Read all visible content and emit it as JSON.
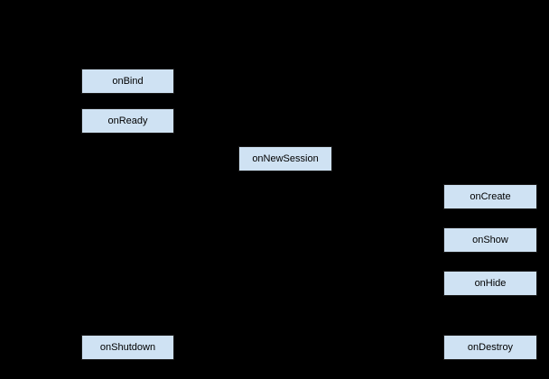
{
  "diagram": {
    "background_color": "#000000",
    "node_fill_color": "#cfe2f3",
    "node_text_color": "#000000",
    "nodes": [
      {
        "label": "onBind"
      },
      {
        "label": "onReady"
      },
      {
        "label": "onNewSession"
      },
      {
        "label": "onCreate"
      },
      {
        "label": "onShow"
      },
      {
        "label": "onHide"
      },
      {
        "label": "onShutdown"
      },
      {
        "label": "onDestroy"
      }
    ]
  }
}
